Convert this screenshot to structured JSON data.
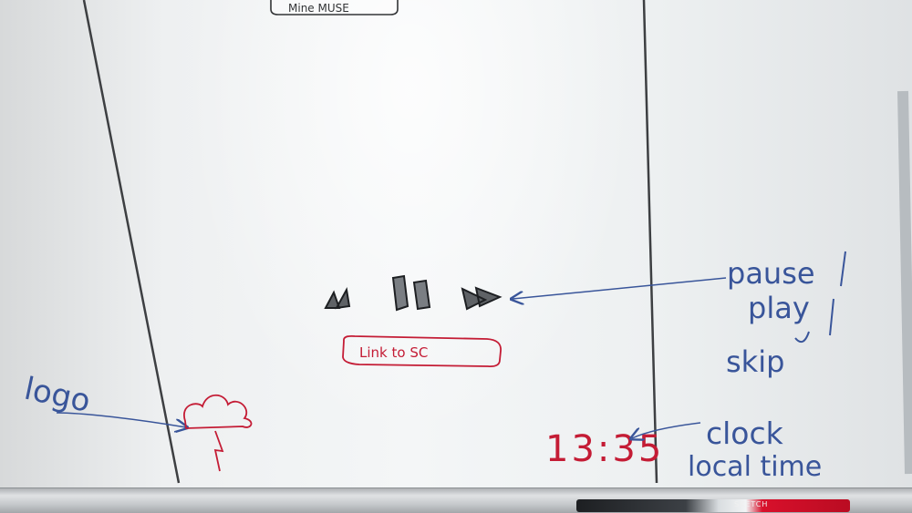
{
  "top_label": "Mine MUSE",
  "center": {
    "controls_label": "Link to SC"
  },
  "annotations": {
    "logo": "logo",
    "controls": [
      "pause",
      "play",
      "skip"
    ],
    "clock": "clock",
    "clock_subtitle": "local time"
  },
  "clock_text": "13:35",
  "marker_brand": "SKETCH",
  "colors": {
    "blue": "#39559a",
    "red": "#c41c35",
    "black": "#323436"
  }
}
